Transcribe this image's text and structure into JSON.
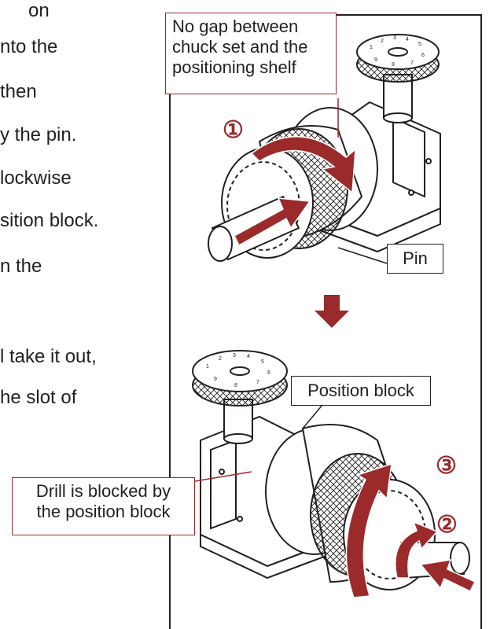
{
  "left_text": {
    "line1": "on",
    "line2": "nto the",
    "line3": "then",
    "line4": "y the pin.",
    "line5": "lockwise",
    "line6": "sition block.",
    "line7": "n the",
    "line8": "l take it out,",
    "line9": "he slot of"
  },
  "labels": {
    "no_gap_line1": "No gap between",
    "no_gap_line2": "chuck set and the",
    "no_gap_line3": "positioning shelf",
    "pin": "Pin",
    "position_block": "Position block",
    "drill_line1": "Drill is blocked by",
    "drill_line2": "the position block"
  },
  "steps": {
    "step1": "①",
    "step2": "②",
    "step3": "③"
  },
  "colors": {
    "accent": "#9b2a2a",
    "line": "#231f20"
  }
}
